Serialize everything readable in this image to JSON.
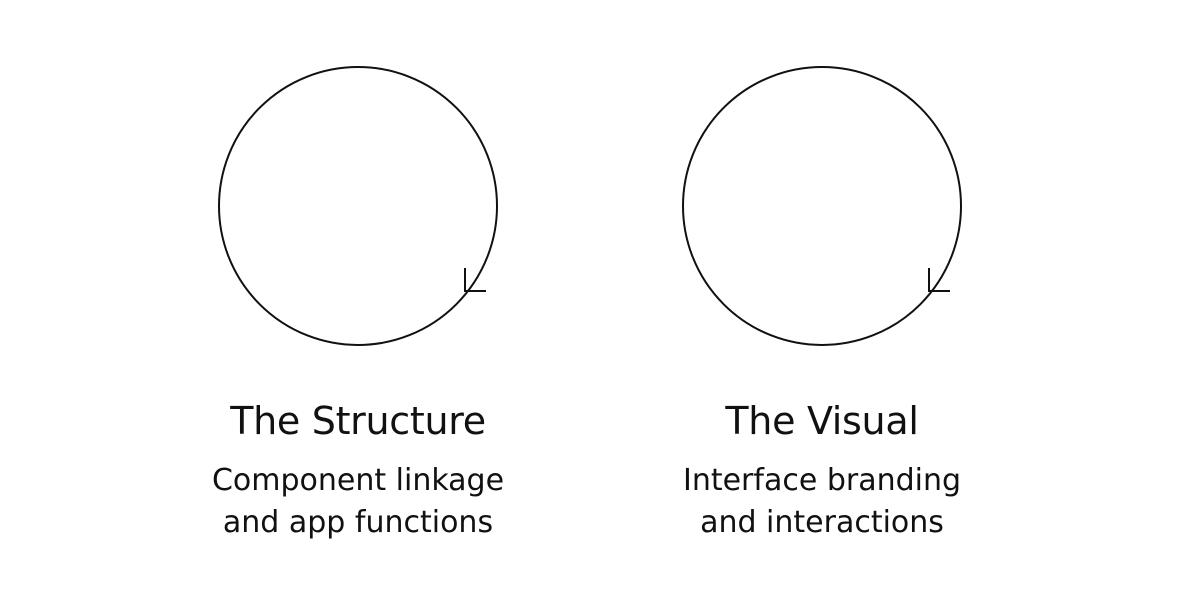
{
  "panels": [
    {
      "title": "The Structure",
      "description_lines": [
        "Component linkage",
        "and app functions"
      ],
      "icon": "cycle-arrow-icon"
    },
    {
      "title": "The Visual",
      "description_lines": [
        "Interface branding",
        "and interactions"
      ],
      "icon": "cycle-arrow-icon"
    }
  ],
  "colors": {
    "background": "#ffffff",
    "stroke": "#111111",
    "text": "#111111"
  }
}
